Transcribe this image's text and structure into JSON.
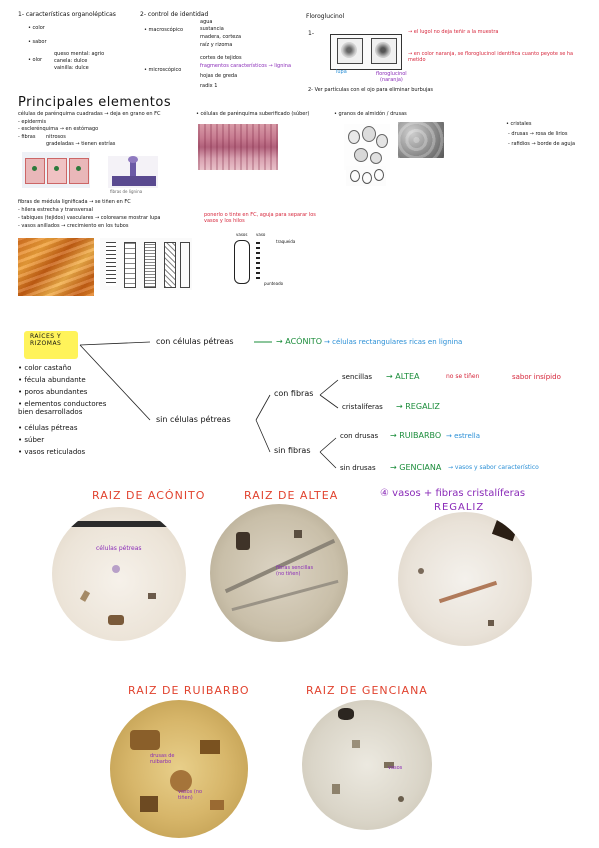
{
  "top_left": {
    "heading": "1- características organolépticas",
    "items": [
      "color",
      "sabor",
      "olor"
    ],
    "olor_sub": [
      "queso mental: agrio",
      "canela: dulce",
      "vainilla: dulce"
    ]
  },
  "top_middle": {
    "heading": "2- control de identidad",
    "macro": "macroscópico",
    "macro_items": [
      "agua",
      "sustancia",
      "madera, corteza",
      "raíz y rizoma"
    ],
    "micro": "microscópico",
    "micro_items": [
      "cortes de tejidos",
      "fragmentos",
      "hojas de greda",
      "radix 1"
    ],
    "micro_note": "fragmentos característicos → lignina"
  },
  "top_right": {
    "heading": "Floroglucinol",
    "step1": "1-",
    "note1": "→ el lugol no deja teñir a la muestra",
    "note2": "→ en color naranja, se floroglucinol identifica cuanto peyote se ha metido",
    "label_a": "lupa",
    "label_b": "floroglucinol",
    "label_c": "(naranja)",
    "step2": "2- Ver partículas con el ojo para eliminar burbujas"
  },
  "main": {
    "section_title": "Principales elementos",
    "col1": {
      "lead": "células de parénquima cuadradas → deja en grano en FC",
      "items": [
        "epidermis",
        "esclerénquima → en estómago",
        "fibras"
      ],
      "sub": [
        "nitrosos",
        "gradeladas → tienen estrías"
      ],
      "caption": "fibras de lignina",
      "block2_lead": "fibras de médula lignificada → se tiñen en FC",
      "block2_items": [
        "hilera estrecha y transversal",
        "tabiques (tejidos) vasculares → colorearse mostrar lupa",
        "vasos anillados → crecimiento en los tubos"
      ]
    },
    "col2": {
      "lead": "células de parénquima suberificado (súber)",
      "red_note": "ponerlo o tinte en FC, aguja para separar los vasos y los hilos",
      "labels": [
        "vasos",
        "vaso",
        "traqueida",
        "punteado"
      ]
    },
    "col3": {
      "lead": "granos de almidón / drusas",
      "items": [
        "cristales",
        "drusas → rosa de lirios",
        "rafidios → borde de aguja"
      ]
    }
  },
  "tree": {
    "root": "RAÍCES Y RIZOMAS",
    "root_props": [
      "color castaño",
      "fécula abundante",
      "poros abundantes",
      "elementos conductores bien desarrollados",
      "células pétreas",
      "súber",
      "vasos reticulados"
    ],
    "branch_a": "con células pétreas",
    "aconito": "ACÓNITO",
    "aconito_desc": "→ células rectangulares ricas en lignina",
    "branch_b": "sin células pétreas",
    "con_fibras": "con fibras",
    "sencillas": "sencillas",
    "altea": "ALTEA",
    "altea_note": "no se tiñen",
    "altea_flavor": "sabor insípido",
    "cristalifera": "cristalíferas",
    "regaliz": "REGALIZ",
    "sin_fibras": "sin fibras",
    "con_drusas": "con drusas",
    "ruibarbo": "RUIBARBO",
    "ruibarbo_desc": "→ estrella",
    "sin_drusas": "sin drusas",
    "genciana": "GENCIANA",
    "genciana_desc": "→ vasos y sabor característico"
  },
  "micrographs": {
    "m1": {
      "title": "RAIZ DE ACÓNITO",
      "label": "células pétreas"
    },
    "m2": {
      "title": "RAIZ DE ALTEA",
      "label": "fibras sencillas (no tiñen)"
    },
    "m3": {
      "title": "vasos + fibras cristalíferas",
      "title2": "REGALIZ",
      "mark": "④"
    },
    "m4": {
      "title": "RAIZ DE RUIBARBO",
      "label_a": "drusas de ruibarbo",
      "label_b": "vasos (no tiñen)"
    },
    "m5": {
      "title": "RAIZ DE GENCIANA",
      "label": "vasos"
    }
  }
}
